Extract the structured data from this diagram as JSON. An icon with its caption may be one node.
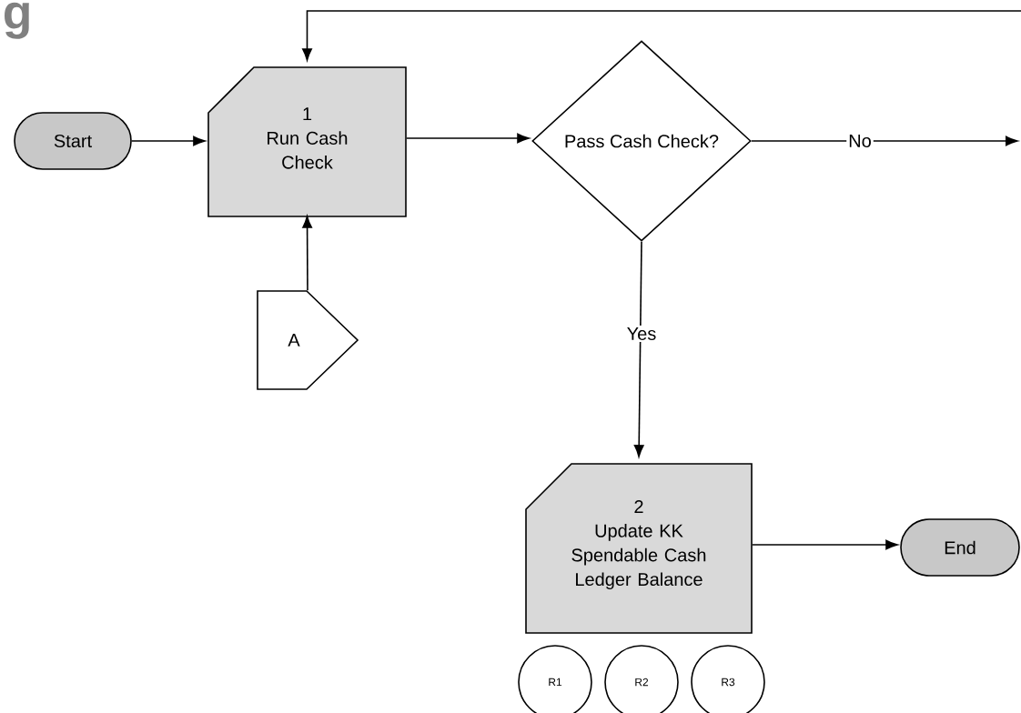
{
  "diagram": {
    "nodes": [
      {
        "text": [
          "Start"
        ]
      },
      {
        "text": [
          "1",
          "Run Cash Check"
        ]
      },
      {
        "text": [
          "Pass Cash Check?"
        ]
      },
      {
        "text": [
          "A"
        ]
      },
      {
        "text": [
          "2",
          "Update KK Spendable Cash Ledger Balance"
        ]
      },
      {
        "text": [
          "End"
        ]
      },
      {
        "text": [
          "R1"
        ]
      },
      {
        "text": [
          "R2"
        ]
      },
      {
        "text": [
          "R3"
        ]
      }
    ],
    "edges": [
      {
        "from": 0,
        "to": 1,
        "arrow": "to"
      },
      {
        "from": 1,
        "to": 2,
        "arrow": "to"
      },
      {
        "from": 2,
        "to": null,
        "arrow": "to",
        "label": "No"
      },
      {
        "from": null,
        "to": 1,
        "arrow": "to"
      },
      {
        "from": 3,
        "to": 1,
        "arrow": "to"
      },
      {
        "from": 2,
        "to": 4,
        "arrow": "to",
        "label": "Yes"
      },
      {
        "from": 4,
        "to": 5,
        "arrow": "to"
      }
    ],
    "labels": [
      "g"
    ]
  }
}
